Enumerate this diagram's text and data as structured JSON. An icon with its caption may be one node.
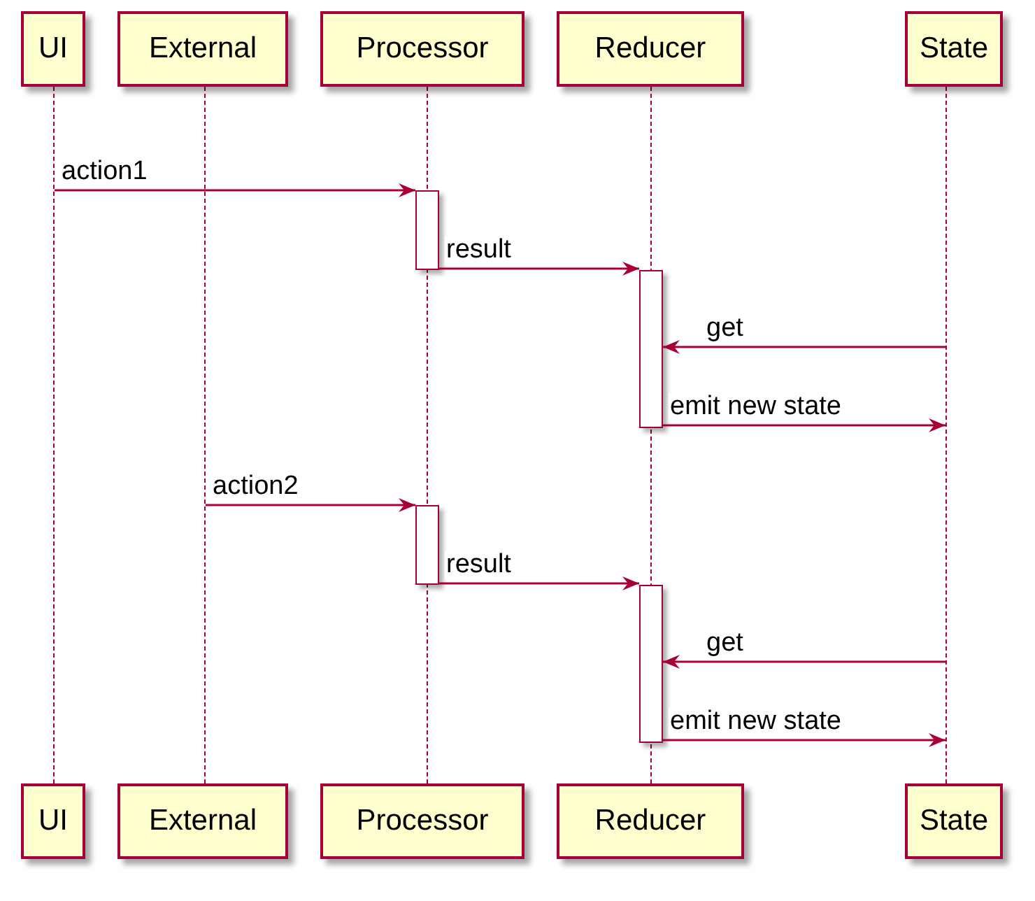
{
  "diagram": {
    "nodes": [
      {
        "text": [
          "UI"
        ]
      },
      {
        "text": [
          "External"
        ]
      },
      {
        "text": [
          "Processor"
        ]
      },
      {
        "text": [
          "Reducer"
        ]
      },
      {
        "text": [
          "State"
        ]
      },
      {
        "text": [
          "UI"
        ]
      },
      {
        "text": [
          "External"
        ]
      },
      {
        "text": [
          "Processor"
        ]
      },
      {
        "text": [
          "Reducer"
        ]
      },
      {
        "text": [
          "State"
        ]
      },
      {
        "text": [],
        "shape": "line"
      },
      {
        "text": [],
        "shape": "line"
      },
      {
        "text": [],
        "shape": "line"
      },
      {
        "text": [],
        "shape": "line"
      },
      {
        "text": [],
        "shape": "line"
      },
      {
        "text": [],
        "shape": "bar"
      },
      {
        "text": [],
        "shape": "bar"
      },
      {
        "text": [],
        "shape": "bar"
      },
      {
        "text": [],
        "shape": "bar"
      }
    ],
    "edges": [
      {
        "from": 10,
        "to": 15,
        "arrow": "to",
        "label": "action1"
      },
      {
        "from": 15,
        "to": 16,
        "arrow": "to",
        "label": "result"
      },
      {
        "from": 14,
        "to": 16,
        "arrow": "to",
        "label": "get"
      },
      {
        "from": 16,
        "to": 14,
        "arrow": "to",
        "label": "emit new state"
      },
      {
        "from": 11,
        "to": 17,
        "arrow": "to",
        "label": "action2"
      },
      {
        "from": 17,
        "to": 18,
        "arrow": "to",
        "label": "result"
      },
      {
        "from": 14,
        "to": 18,
        "arrow": "to",
        "label": "get"
      },
      {
        "from": 18,
        "to": 14,
        "arrow": "to",
        "label": "emit new state"
      }
    ]
  }
}
